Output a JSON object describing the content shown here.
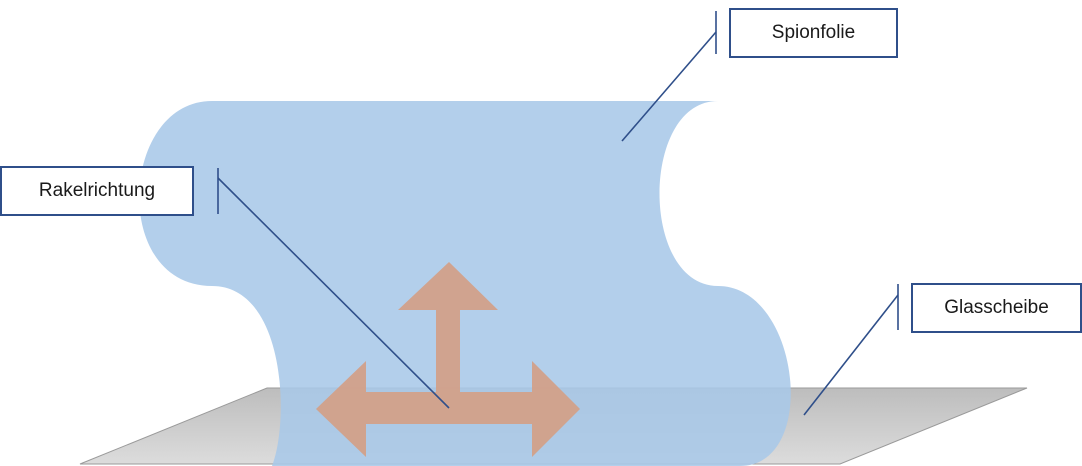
{
  "labels": {
    "film": "Spionfolie",
    "squeegee_direction": "Rakelrichtung",
    "glass_pane": "Glasscheibe"
  },
  "colors": {
    "film_fill": "#a9c8e8",
    "glass_fill": "#c2c2c2",
    "arrow_fill": "#d3a087",
    "callout_line": "#2f4f8a",
    "callout_border": "#2f4f8a"
  }
}
